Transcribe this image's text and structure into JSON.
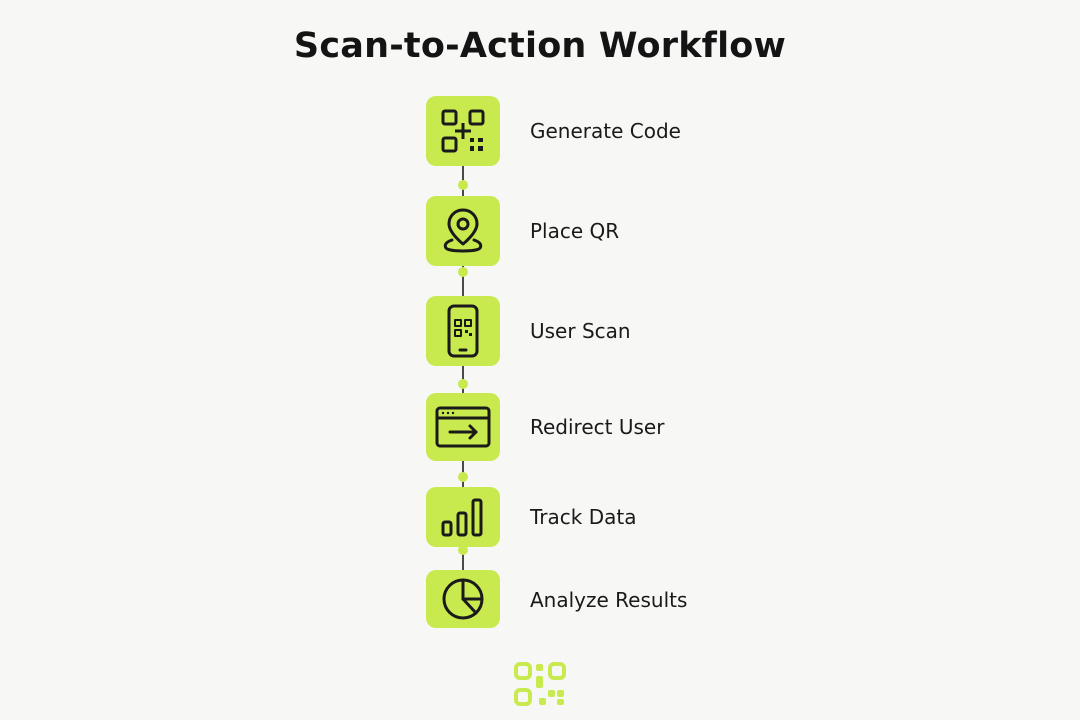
{
  "title": "Scan-to-Action Workflow",
  "accent_color": "#c8ea4e",
  "line_color": "#4a4a4a",
  "steps": [
    {
      "label": "Generate Code",
      "icon": "qr-code-icon"
    },
    {
      "label": "Place QR",
      "icon": "location-pin-icon"
    },
    {
      "label": "User Scan",
      "icon": "phone-scan-icon"
    },
    {
      "label": "Redirect User",
      "icon": "browser-redirect-icon"
    },
    {
      "label": "Track Data",
      "icon": "bar-chart-icon"
    },
    {
      "label": "Analyze Results",
      "icon": "pie-chart-icon"
    }
  ],
  "footer_logo": "qr-logo-icon"
}
